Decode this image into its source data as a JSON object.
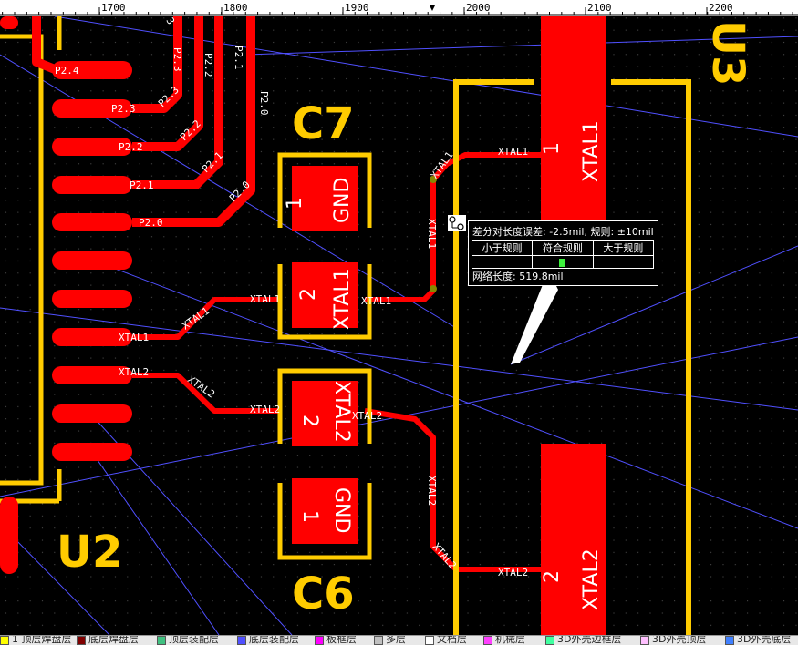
{
  "ruler": {
    "labels": [
      "1700",
      "1800",
      "1900",
      "2000",
      "2100",
      "2200"
    ]
  },
  "designators": {
    "u2": "U2",
    "u3": "U3",
    "c6": "C6",
    "c7": "C7"
  },
  "pads": {
    "c7_1_num": "1",
    "c7_1_net": "GND",
    "c7_2_num": "2",
    "c7_2_net": "XTAL1",
    "c6_2_num": "2",
    "c6_2_net": "XTAL2",
    "c6_1_num": "1",
    "c6_1_net": "GND",
    "u3_1_num": "1",
    "u3_1_net": "XTAL1",
    "u3_2_num": "2",
    "u3_2_net": "XTAL2"
  },
  "net_labels": {
    "p2_4": "P2.4",
    "p2_3": "P2.3",
    "p2_2": "P2.2",
    "p2_1": "P2.1",
    "p2_0": "P2.0",
    "p2_3v": "P2.3",
    "p2_2v": "P2.2",
    "p2_1v": "P2.1",
    "p2_0v": "P2.0",
    "p2_3d": "P2.3",
    "p2_2d": "P2.2",
    "p2_1d": "P2.1",
    "p2_0d": "P2.0",
    "xtal1_pin": "XTAL1",
    "xtal2_pin": "XTAL2",
    "xtal1_diag": "XTAL1",
    "xtal2_diag": "XTAL2",
    "xtal1_a": "XTAL1",
    "xtal1_b": "XTAL1",
    "xtal1_c": "XTAL1",
    "xtal1_v": "XTAL1",
    "xtal1_d": "XTAL1",
    "xtal2_a": "XTAL2",
    "xtal2_b": "XTAL2",
    "xtal2_v": "XTAL2",
    "xtal2_d": "XTAL2",
    "xtal2_c": "XTAL2",
    "c6_top": "3"
  },
  "tooltip": {
    "title": "差分对长度误差: -2.5mil, 规则: ±10mil",
    "col_less": "小于规则",
    "col_match": "符合规则",
    "col_more": "大于规则",
    "length": "网络长度: 519.8mil"
  },
  "layers": [
    {
      "label": "1 顶层焊盘层",
      "color": "#ffff00"
    },
    {
      "label": "底层焊盘层",
      "color": "#800000"
    },
    {
      "label": "顶层装配层",
      "color": "#40c080"
    },
    {
      "label": "底层装配层",
      "color": "#5050ff"
    },
    {
      "label": "板框层",
      "color": "#ff00ff"
    },
    {
      "label": "多层",
      "color": "#c0c0c0"
    },
    {
      "label": "文档层",
      "color": "#ffffff"
    },
    {
      "label": "机械层",
      "color": "#ff40ff"
    },
    {
      "label": "3D外壳边框层",
      "color": "#40ffa0"
    },
    {
      "label": "3D外壳顶层",
      "color": "#ffc0ff"
    },
    {
      "label": "3D外壳底层",
      "color": "#4080ff"
    }
  ]
}
